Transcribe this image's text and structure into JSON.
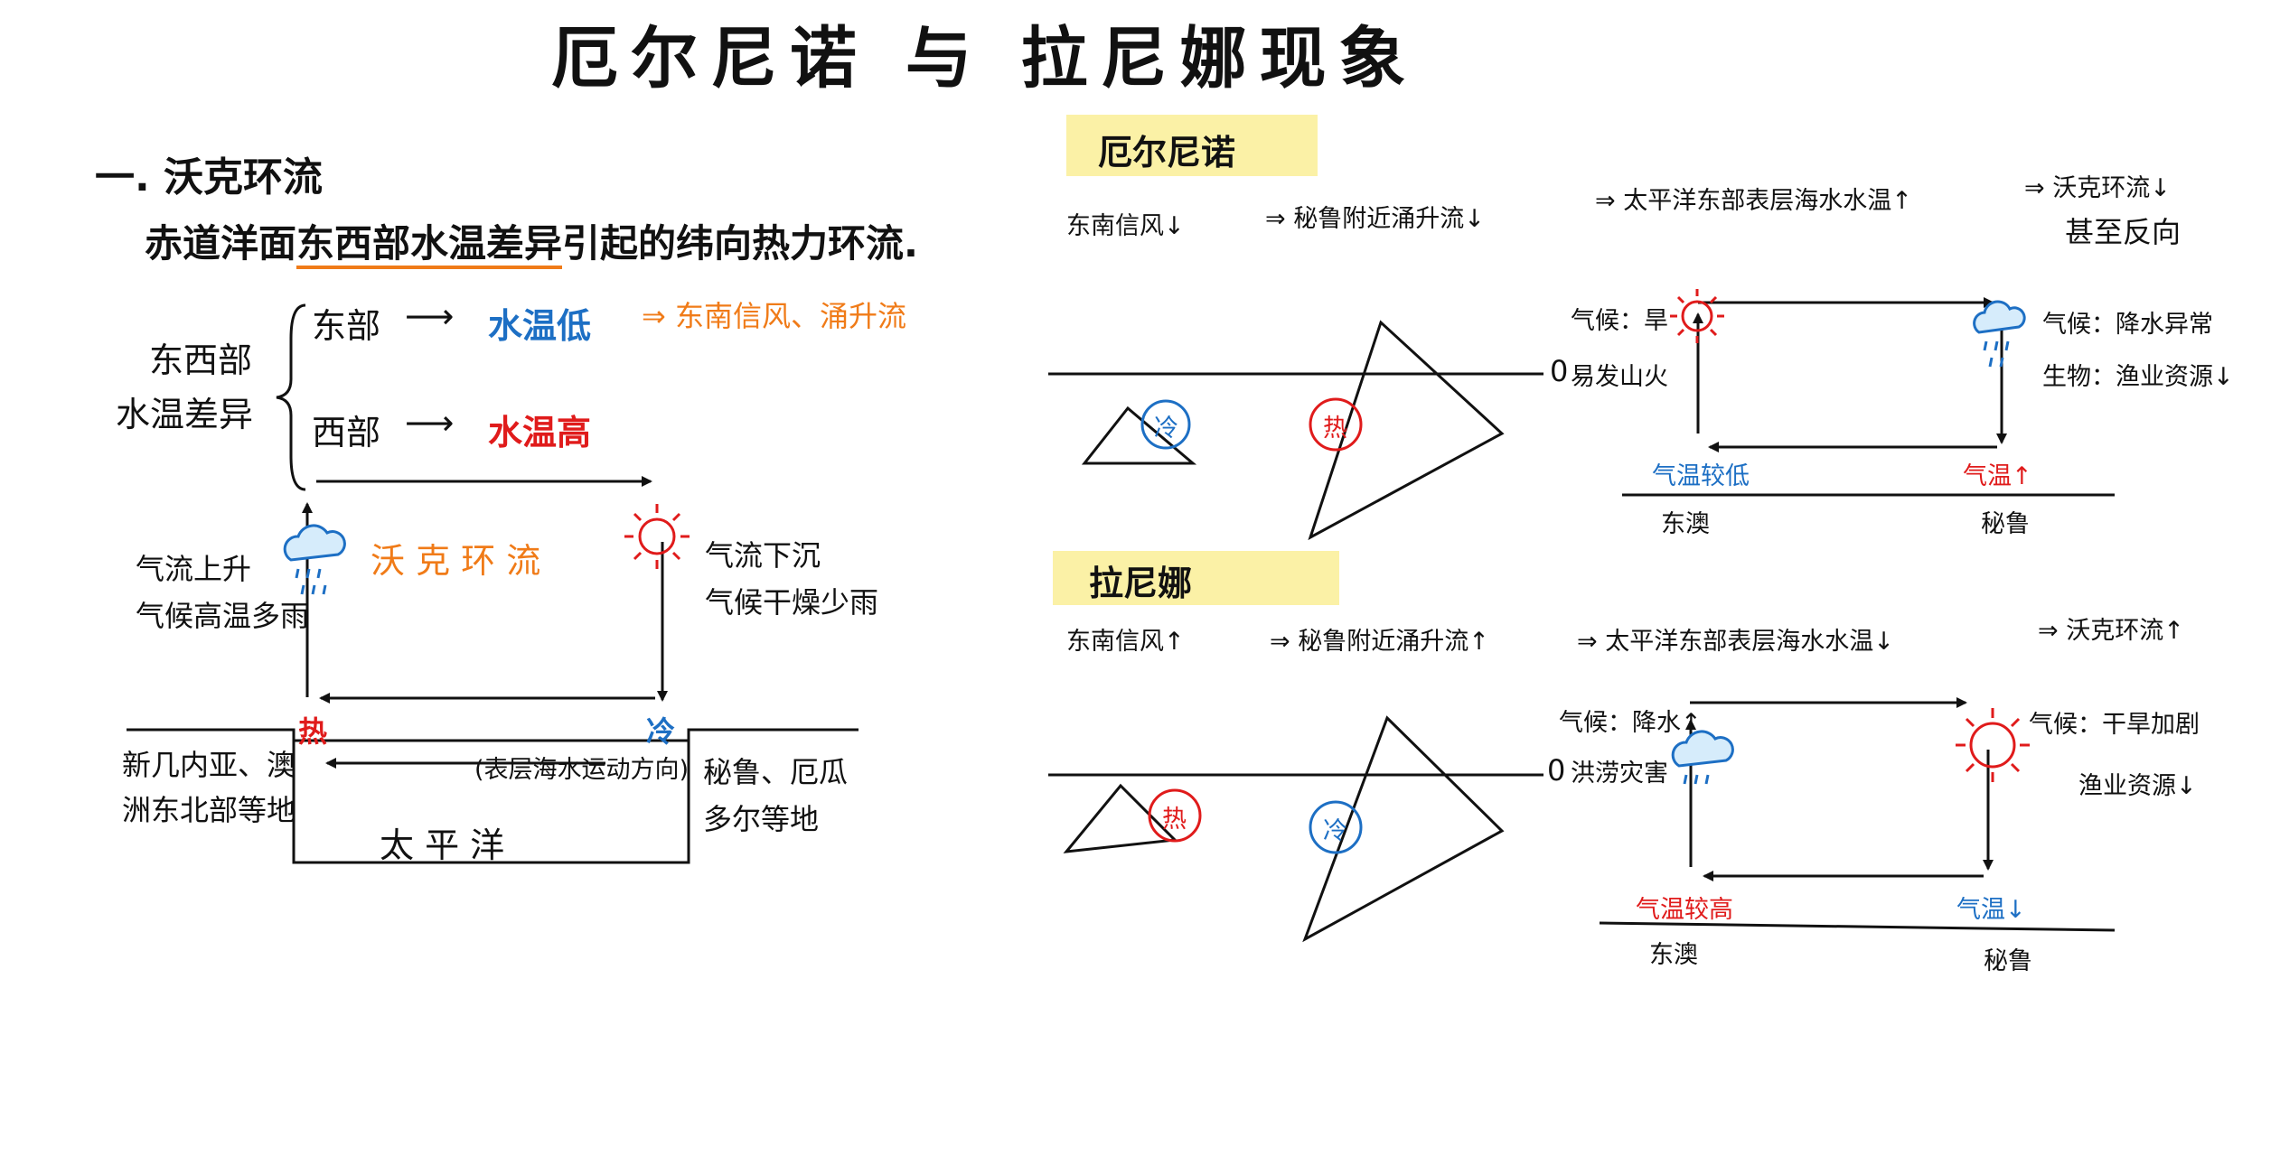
{
  "title": "厄尔尼诺 与 拉尼娜现象",
  "colors": {
    "cold_blue": "#1d6fc4",
    "warm_red": "#e01b1b",
    "walker_orange": "#f07b18",
    "highlight_yellow": "#fbf1a6",
    "ink": "#111111"
  },
  "walker": {
    "heading": "一. 沃克环流",
    "definition_pre": "赤道洋面",
    "definition_underlined": "东西部水温差异",
    "definition_post": "引起的纬向热力环流.",
    "brace_label_1": "东西部",
    "brace_label_2": "水温差异",
    "east_label": "东部",
    "east_result": "水温低",
    "east_effect": "⇒ 东南信风、涌升流",
    "west_label": "西部",
    "west_result": "水温高",
    "arrow": "⟶",
    "loop_label": "沃 克 环 流",
    "left_text_1": "气流上升",
    "left_text_2": "气候高温多雨",
    "right_text_1": "气流下沉",
    "right_text_2": "气候干燥少雨",
    "hot_mark": "热",
    "cold_mark": "冷",
    "current_note": "(表层海水运动方向)",
    "ocean_label": "太 平 洋",
    "left_land_1": "新几内亚、澳",
    "left_land_2": "洲东北部等地",
    "right_land_1": "秘鲁、厄瓜",
    "right_land_2": "多尔等地",
    "cloud_icon": "rain-cloud-icon",
    "sun_icon": "sun-icon"
  },
  "el_nino": {
    "label": "厄尔尼诺",
    "chain_1": "东南信风↓",
    "chain_2": "⇒ 秘鲁附近涌升流↓",
    "chain_3": "⇒ 太平洋东部表层海水水温↑",
    "chain_4": "⇒ 沃克环流↓",
    "chain_5": "甚至反向",
    "hot_circle": "热",
    "cold_circle": "冷",
    "zero_mark": "0",
    "west_climate": "气候：旱",
    "west_fire": "易发山火",
    "east_climate": "气候：降水异常",
    "east_bio": "生物：渔业资源↓",
    "west_temp": "气温较低",
    "east_temp": "气温↑",
    "west_place": "东澳",
    "east_place": "秘鲁"
  },
  "la_nina": {
    "label": "拉尼娜",
    "chain_1": "东南信风↑",
    "chain_2": "⇒ 秘鲁附近涌升流↑",
    "chain_3": "⇒ 太平洋东部表层海水水温↓",
    "chain_4": "⇒ 沃克环流↑",
    "hot_circle": "热",
    "cold_circle": "冷",
    "zero_mark": "0",
    "west_climate": "气候：降水↑",
    "west_flood": "洪涝灾害",
    "east_climate": "气候：干旱加剧",
    "east_bio": "渔业资源↓",
    "west_temp": "气温较高",
    "east_temp": "气温↓",
    "west_place": "东澳",
    "east_place": "秘鲁"
  }
}
